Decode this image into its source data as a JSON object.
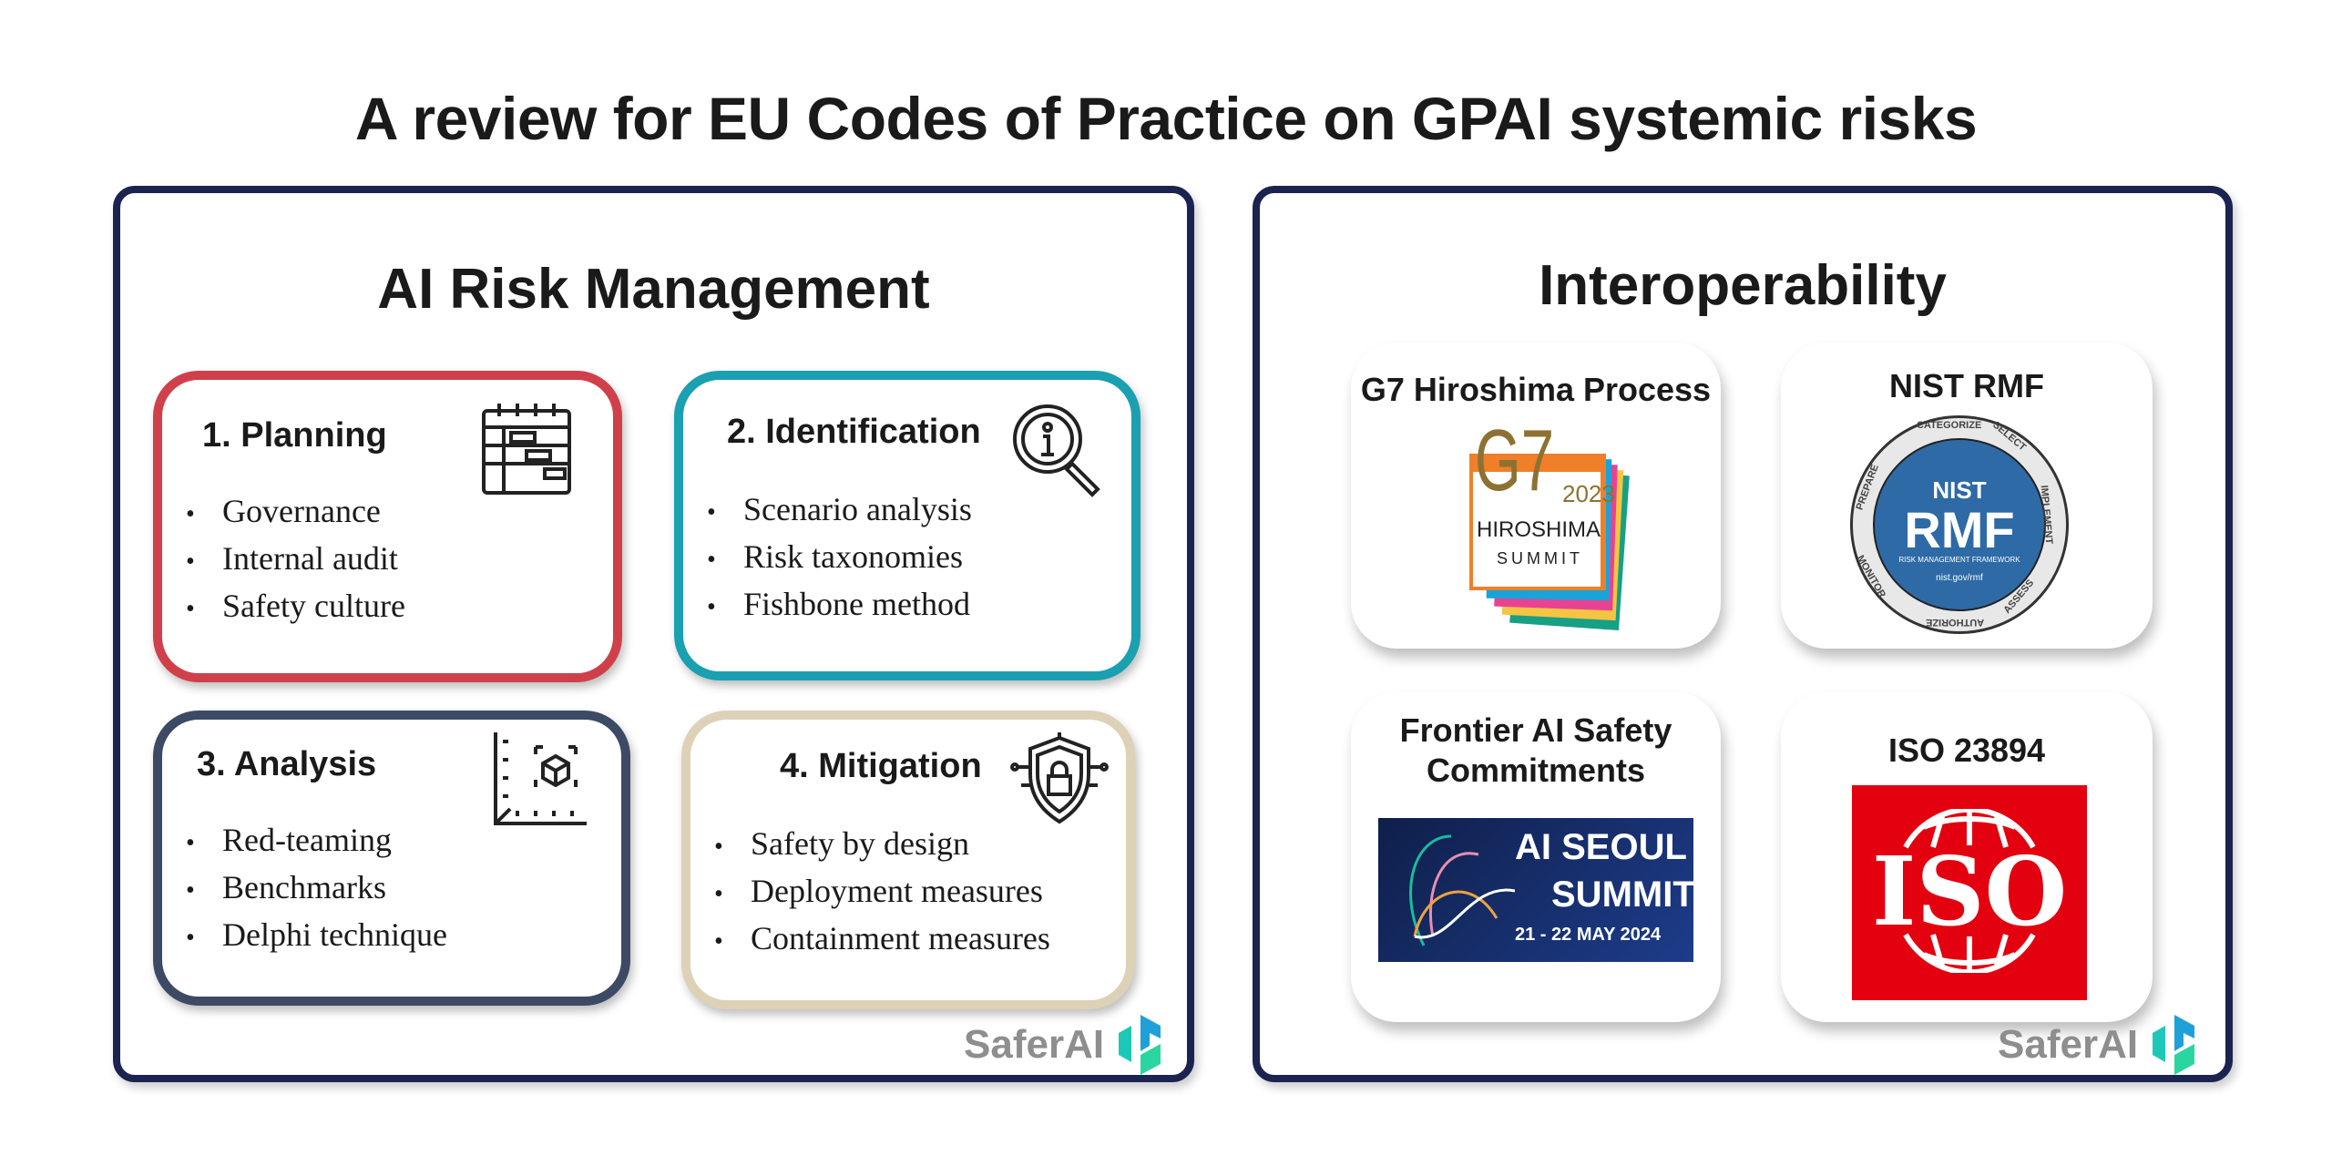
{
  "title": "A review for EU Codes of Practice on GPAI systemic risks",
  "left_panel": {
    "heading": "AI Risk Management",
    "boxes": [
      {
        "title": "1. Planning",
        "icon": "gantt-chart-icon",
        "color": "#d0404a",
        "items": [
          "Governance",
          "Internal audit",
          "Safety culture"
        ]
      },
      {
        "title": "2. Identification",
        "icon": "magnifier-info-icon",
        "color": "#1aa0b0",
        "items": [
          "Scenario analysis",
          "Risk taxonomies",
          "Fishbone method"
        ]
      },
      {
        "title": "3. Analysis",
        "icon": "cube-measure-icon",
        "color": "#3d4a66",
        "items": [
          "Red-teaming",
          "Benchmarks",
          "Delphi technique"
        ]
      },
      {
        "title": "4. Mitigation",
        "icon": "shield-lock-icon",
        "color": "#ddd2b8",
        "items": [
          "Safety by design",
          "Deployment  measures",
          "Containment measures"
        ]
      }
    ]
  },
  "right_panel": {
    "heading": "Interoperability",
    "cards": [
      {
        "title": "G7 Hiroshima Process",
        "logo": {
          "g7": "G7",
          "year": "2023",
          "city": "HIROSHIMA",
          "summit": "SUMMIT"
        }
      },
      {
        "title": "NIST RMF",
        "logo": {
          "nist": "NIST",
          "rmf": "RMF",
          "sub": "RISK MANAGEMENT FRAMEWORK",
          "url": "nist.gov/rmf",
          "ring": [
            "PREPARE",
            "CATEGORIZE",
            "SELECT",
            "IMPLEMENT",
            "ASSESS",
            "AUTHORIZE",
            "MONITOR"
          ]
        }
      },
      {
        "title": "Frontier AI Safety Commitments",
        "logo": {
          "l1": "AI SEOUL",
          "l2": "SUMMIT",
          "date": "21 - 22 MAY 2024"
        }
      },
      {
        "title": "ISO 23894",
        "logo": {
          "text": "ISO"
        }
      }
    ]
  },
  "brand": "SaferAI"
}
